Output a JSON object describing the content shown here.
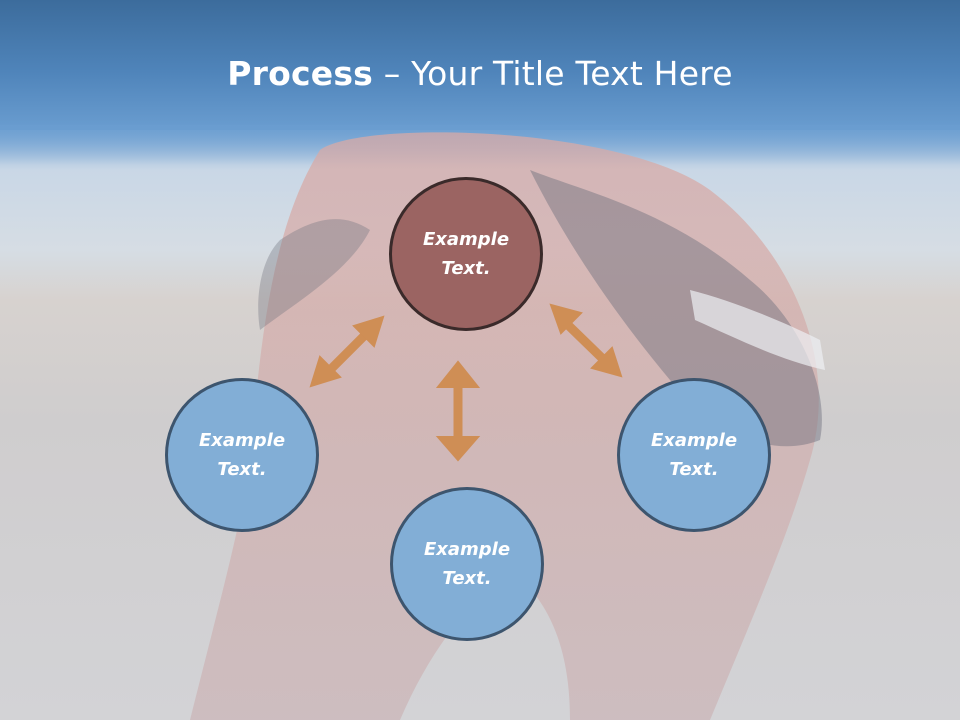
{
  "slide": {
    "title_bold": "Process",
    "title_rest": " – Your Title Text Here"
  },
  "diagram": {
    "center_node": {
      "label": "Example\nText."
    },
    "left_node": {
      "label": "Example\nText."
    },
    "right_node": {
      "label": "Example\nText."
    },
    "bottom_node": {
      "label": "Example\nText."
    }
  },
  "colors": {
    "header": "#4f84ba",
    "center_node": "#9b6462",
    "outer_nodes": "#82aed6",
    "arrows": "#cf8e55"
  },
  "icons": [
    "double-arrow-icon"
  ]
}
